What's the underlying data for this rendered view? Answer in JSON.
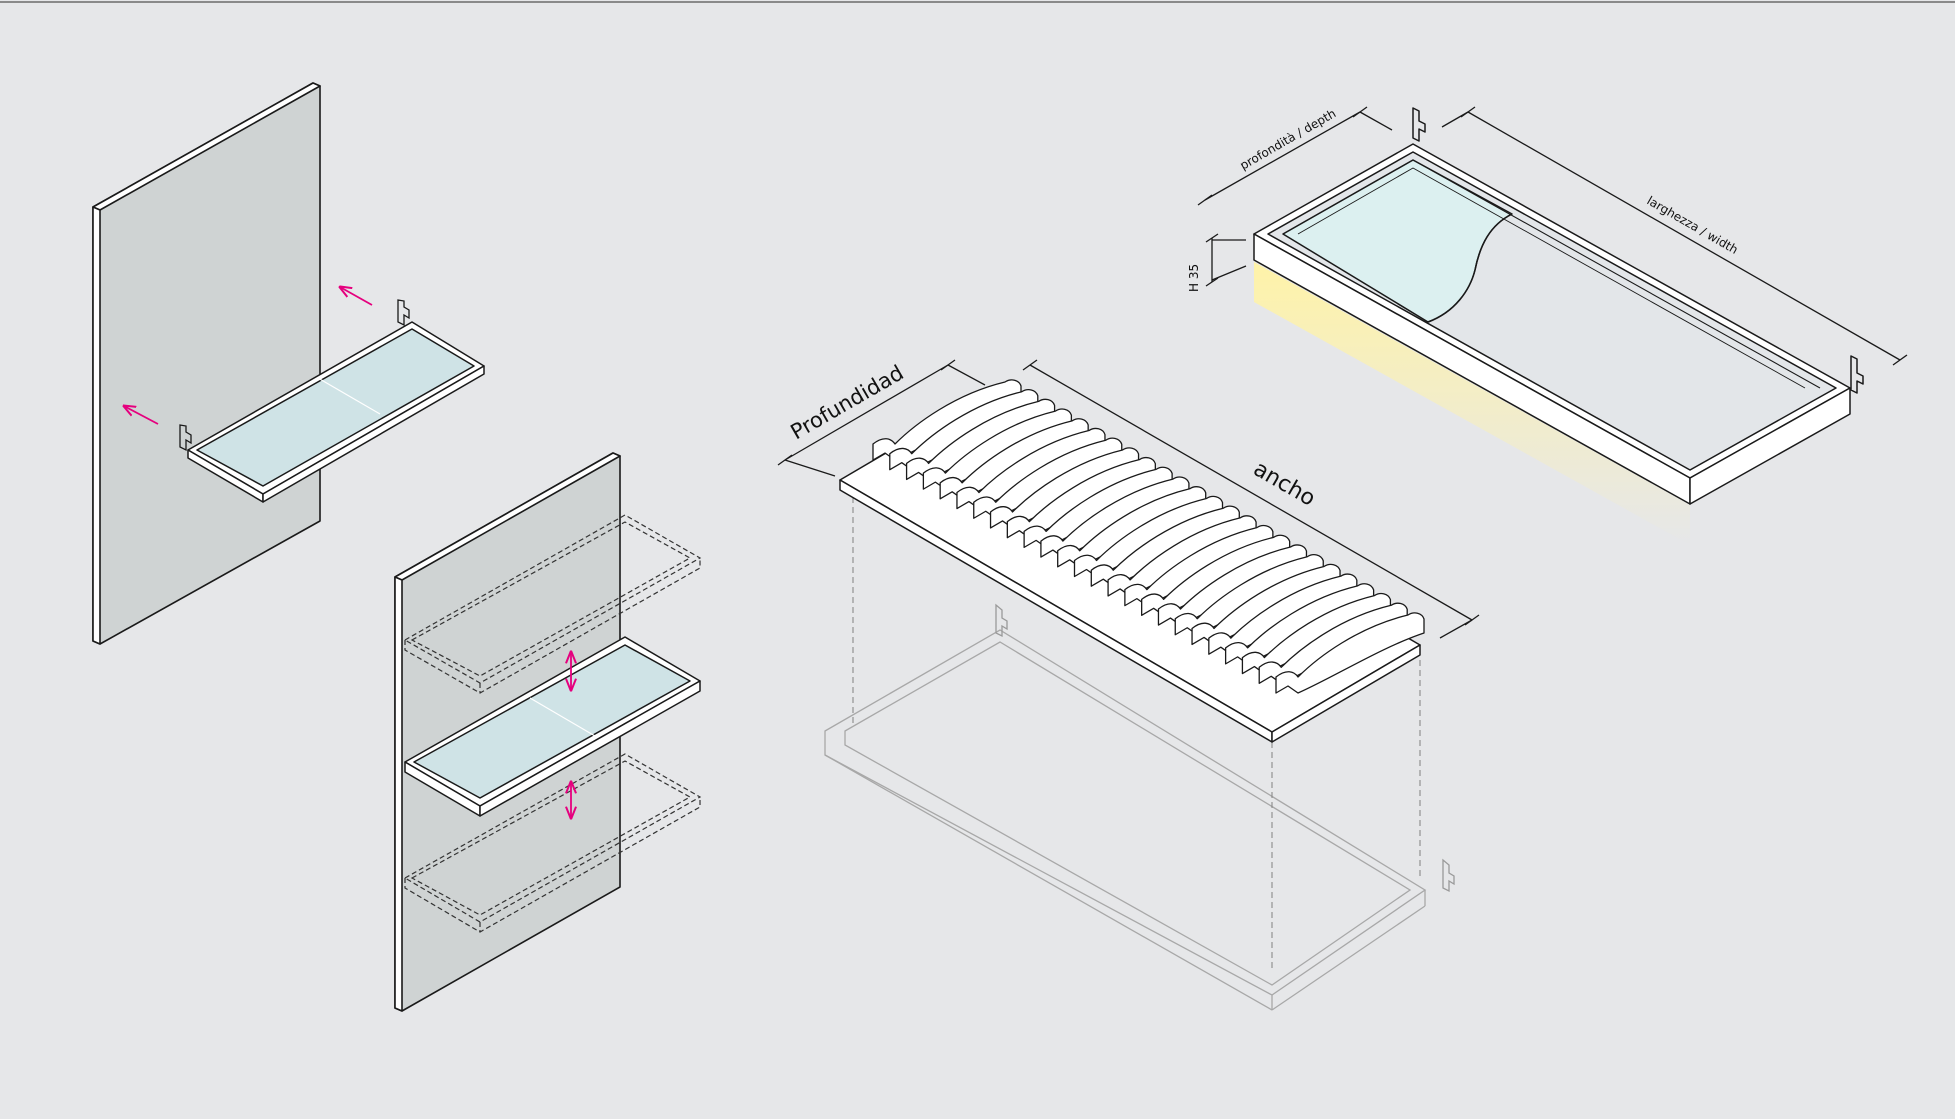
{
  "labels": {
    "profundidad": "Profundidad",
    "ancho": "ancho",
    "profondita_depth": "profondità / depth",
    "larghezza_width": "larghezza / width",
    "height": "H 35"
  },
  "colors": {
    "background": "#e6e7e9",
    "panel_fill": "#cfd3d3",
    "glass_fill": "#cfe3e6",
    "arrow_magenta": "#e5007e",
    "led_glow": "#fff3a8",
    "line": "#1a1a1a",
    "faint_line": "#9a9a9a"
  },
  "icons": {
    "movement_arrows": "magenta-arrow-icon",
    "shelf_bracket": "bracket-icon"
  }
}
